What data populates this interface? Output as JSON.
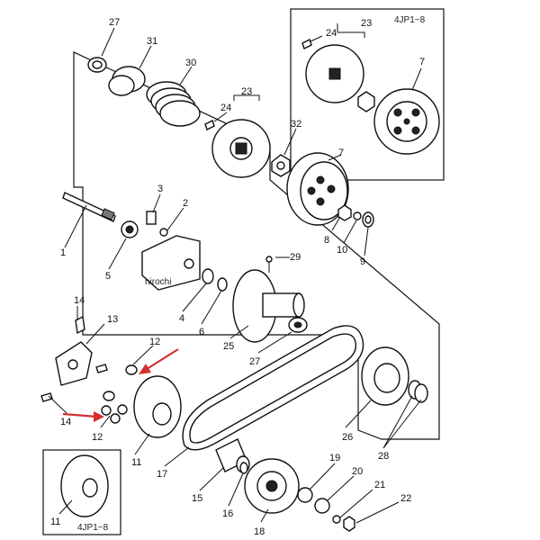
{
  "diagram": {
    "inset_top_label": "4JP1~8",
    "inset_bottom_label": "4JP1~8",
    "watermark": "hirochi",
    "arrow_color": "#d32f2f",
    "callouts": {
      "c1": "1",
      "c2": "2",
      "c3": "3",
      "c4": "4",
      "c5": "5",
      "c6": "6",
      "c7": "7",
      "c7b": "7",
      "c8": "8",
      "c9": "9",
      "c10": "10",
      "c11": "11",
      "c11b": "11",
      "c12": "12",
      "c12b": "12",
      "c13": "13",
      "c14": "14",
      "c14b": "14",
      "c15": "15",
      "c16": "16",
      "c17": "17",
      "c18": "18",
      "c19": "19",
      "c20": "20",
      "c21": "21",
      "c22": "22",
      "c23": "23",
      "c23b": "23",
      "c24": "24",
      "c24b": "24",
      "c25": "25",
      "c26": "26",
      "c27": "27",
      "c27b": "27",
      "c28": "28",
      "c29": "29",
      "c30": "30",
      "c31": "31",
      "c32": "32"
    }
  }
}
